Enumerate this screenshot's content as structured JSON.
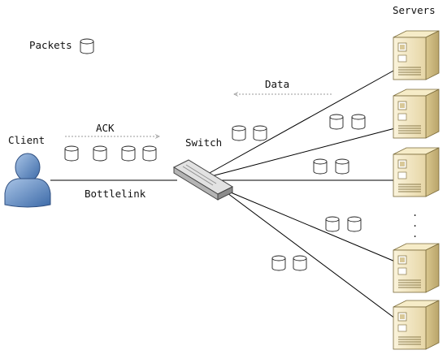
{
  "labels": {
    "servers": "Servers",
    "packets": "Packets",
    "data": "Data",
    "ack": "ACK",
    "client": "Client",
    "switch": "Switch",
    "bottlelink": "Bottlelink"
  },
  "ellipsis": ".\n.\n."
}
